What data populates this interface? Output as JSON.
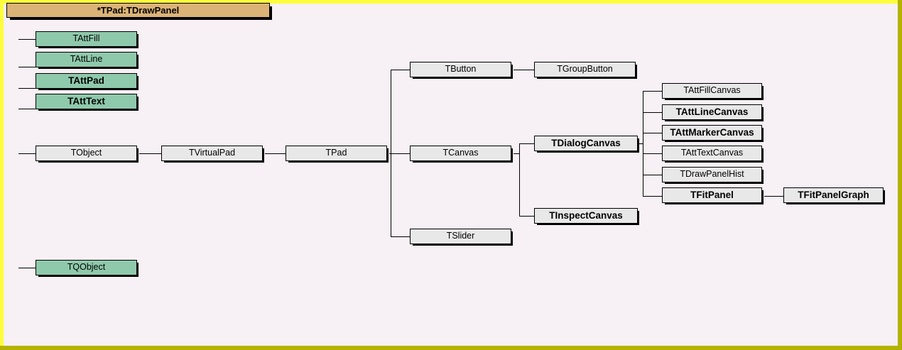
{
  "window": {
    "title": "*TPad:TDrawPanel",
    "background_color": "#f7f0f4",
    "frame_color_light": "#fdfd3a",
    "frame_color_dark": "#b3b300",
    "title_bar_color": "#dcb377"
  },
  "legend_colors": {
    "base_class_box": "#e8e8e8",
    "mixin_class_box": "#8fc9ab",
    "text": "#000000"
  },
  "nodes": {
    "t_att_fill": "TAttFill",
    "t_att_line": "TAttLine",
    "t_att_pad": "TAttPad",
    "t_att_text": "TAttText",
    "t_object": "TObject",
    "t_virtual_pad": "TVirtualPad",
    "t_pad": "TPad",
    "t_q_object": "TQObject",
    "t_button": "TButton",
    "t_group_button": "TGroupButton",
    "t_canvas": "TCanvas",
    "t_slider": "TSlider",
    "t_dialog_canvas": "TDialogCanvas",
    "t_inspect_canvas": "TInspectCanvas",
    "t_att_fill_canvas": "TAttFillCanvas",
    "t_att_line_canvas": "TAttLineCanvas",
    "t_att_marker_canvas": "TAttMarkerCanvas",
    "t_att_text_canvas": "TAttTextCanvas",
    "t_draw_panel_hist": "TDrawPanelHist",
    "t_fit_panel": "TFitPanel",
    "t_fit_panel_graph": "TFitPanelGraph"
  }
}
